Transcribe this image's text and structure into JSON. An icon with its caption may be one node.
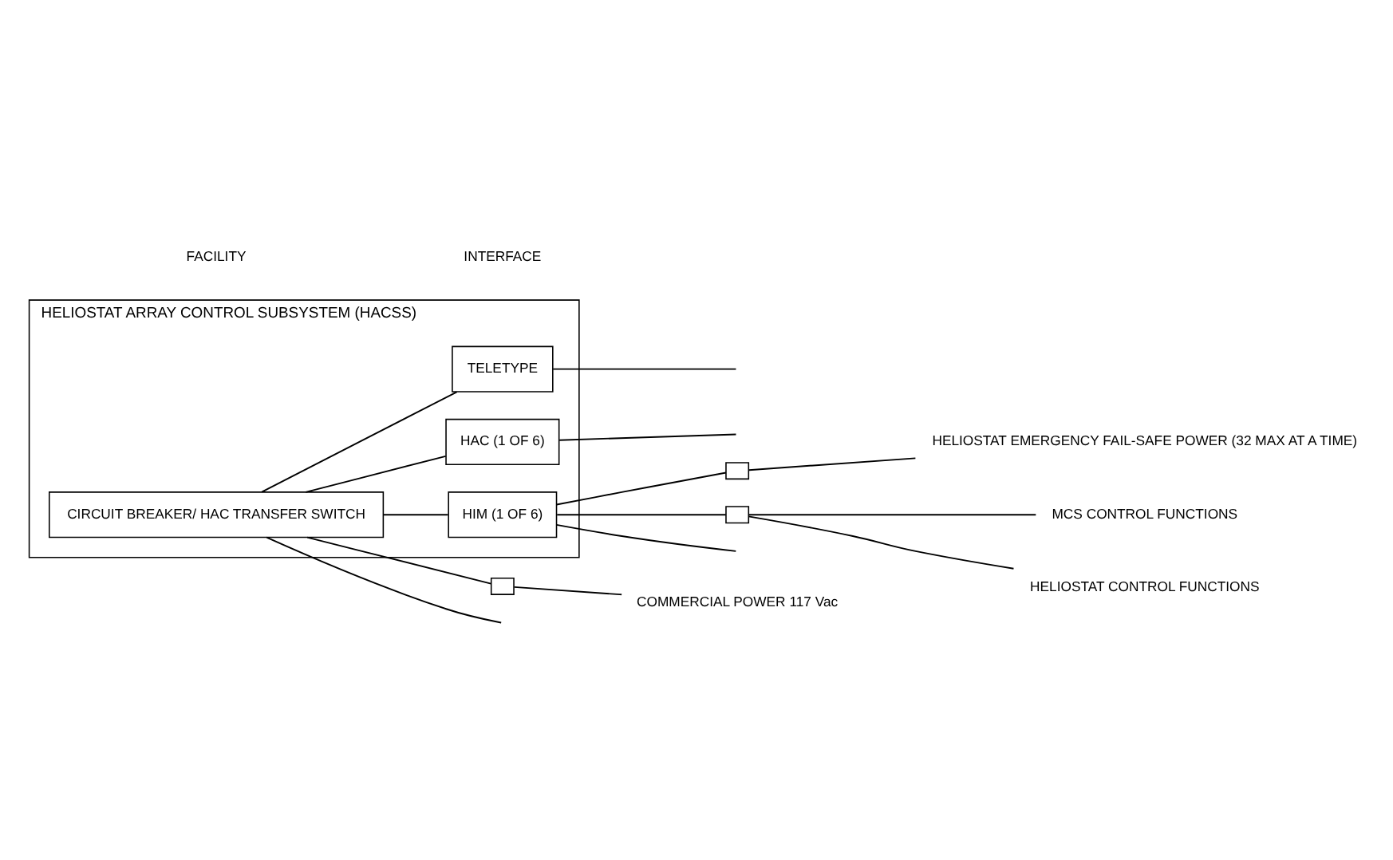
{
  "diagram": {
    "nodes": [
      {
        "text": [
          "HELIOSTAT ARRAY CONTROL SUBSYSTEM (HACSS)"
        ]
      },
      {
        "text": [
          "CIRCUIT BREAKER/ HAC TRANSFER SWITCH"
        ],
        "in": 0
      },
      {
        "text": [
          "TELETYPE"
        ],
        "in": 0
      },
      {
        "text": [
          "HAC (1 OF 6)"
        ],
        "in": 0
      },
      {
        "text": [
          "HIM (1 OF 6)"
        ],
        "in": 0
      },
      {
        "text": [],
        "shape": "box"
      },
      {
        "text": [],
        "shape": "box"
      },
      {
        "text": [],
        "shape": "box"
      },
      {
        "text": [
          "COMMERCIAL POWER 117 Vac"
        ]
      },
      {
        "text": [
          "MCS CONTROL FUNCTIONS"
        ]
      },
      {
        "text": [
          "HELIOSTAT CONTROL FUNCTIONS"
        ]
      },
      {
        "text": [
          "HELIOSTAT EMERGENCY FAIL-SAFE POWER (32 MAX AT A TIME)"
        ]
      }
    ],
    "edges": [
      {
        "from": 1,
        "to": null,
        "arrow": "none"
      },
      {
        "from": 1,
        "to": 2,
        "arrow": "none"
      },
      {
        "from": 1,
        "to": 3,
        "arrow": "none"
      },
      {
        "from": 1,
        "to": 4,
        "arrow": "none"
      },
      {
        "from": 2,
        "to": null,
        "arrow": "none"
      },
      {
        "from": 3,
        "to": null,
        "arrow": "none"
      },
      {
        "from": 4,
        "to": null,
        "arrow": "none"
      },
      {
        "from": 4,
        "to": 6,
        "arrow": "none"
      },
      {
        "from": 4,
        "to": 7,
        "arrow": "none"
      },
      {
        "from": 1,
        "to": 5,
        "arrow": "none"
      },
      {
        "from": 5,
        "to": 8,
        "arrow": "none"
      },
      {
        "from": 7,
        "to": 9,
        "arrow": "none"
      },
      {
        "from": 7,
        "to": 10,
        "arrow": "none"
      },
      {
        "from": 6,
        "to": 11,
        "arrow": "none"
      }
    ],
    "labels": [
      "FACILITY",
      "INTERFACE"
    ]
  }
}
